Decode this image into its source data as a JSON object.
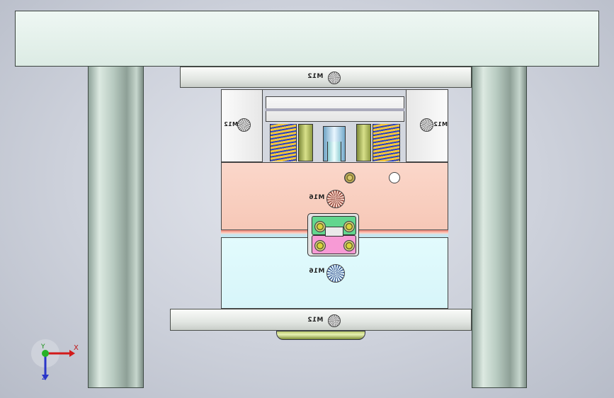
{
  "screws": {
    "top_rail": "M12",
    "left_block": "M12",
    "right_block": "M12",
    "cavity_plate": "M16",
    "core_plate": "M16",
    "bottom_rail": "M12"
  },
  "triad": {
    "x": "X",
    "y": "Y",
    "z": "Z"
  },
  "colors": {
    "clamp_plate": "#e5f1ec",
    "cavity_plate": "#f8cdbe",
    "core_plate": "#dff8fb",
    "spring": "#f0c23a",
    "slider_green": "#5cd68a",
    "slider_pink": "#f58ed4"
  }
}
